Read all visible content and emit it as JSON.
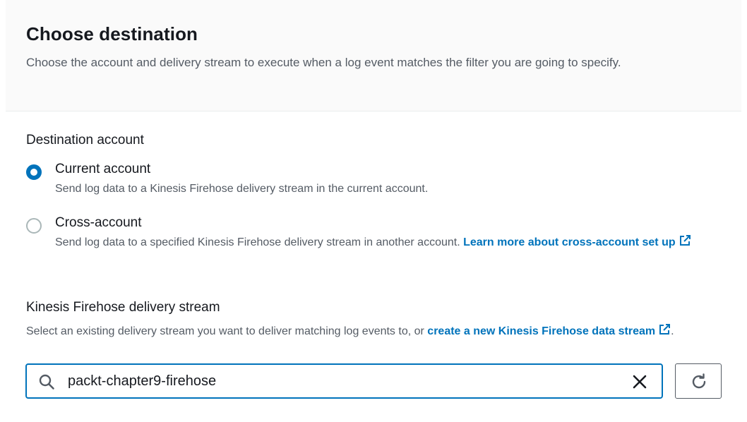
{
  "header": {
    "title": "Choose destination",
    "description": "Choose the account and delivery stream to execute when a log event matches the filter you are going to specify."
  },
  "destination_account": {
    "label": "Destination account",
    "options": [
      {
        "title": "Current account",
        "description": "Send log data to a Kinesis Firehose delivery stream in the current account.",
        "selected": true
      },
      {
        "title": "Cross-account",
        "description": "Send log data to a specified Kinesis Firehose delivery stream in another account.",
        "link_text": "Learn more about cross-account set up",
        "selected": false
      }
    ]
  },
  "delivery_stream": {
    "label": "Kinesis Firehose delivery stream",
    "hint_prefix": "Select an existing delivery stream you want to deliver matching log events to, or",
    "hint_link": "create a new Kinesis Firehose data stream",
    "hint_suffix": ".",
    "search_value": "packt-chapter9-firehose"
  },
  "colors": {
    "accent": "#0073bb",
    "text": "#16191f",
    "secondary_text": "#545b64"
  },
  "icons": {
    "search": "search-icon",
    "clear": "close-icon",
    "refresh": "refresh-icon",
    "external_link": "external-link-icon"
  }
}
